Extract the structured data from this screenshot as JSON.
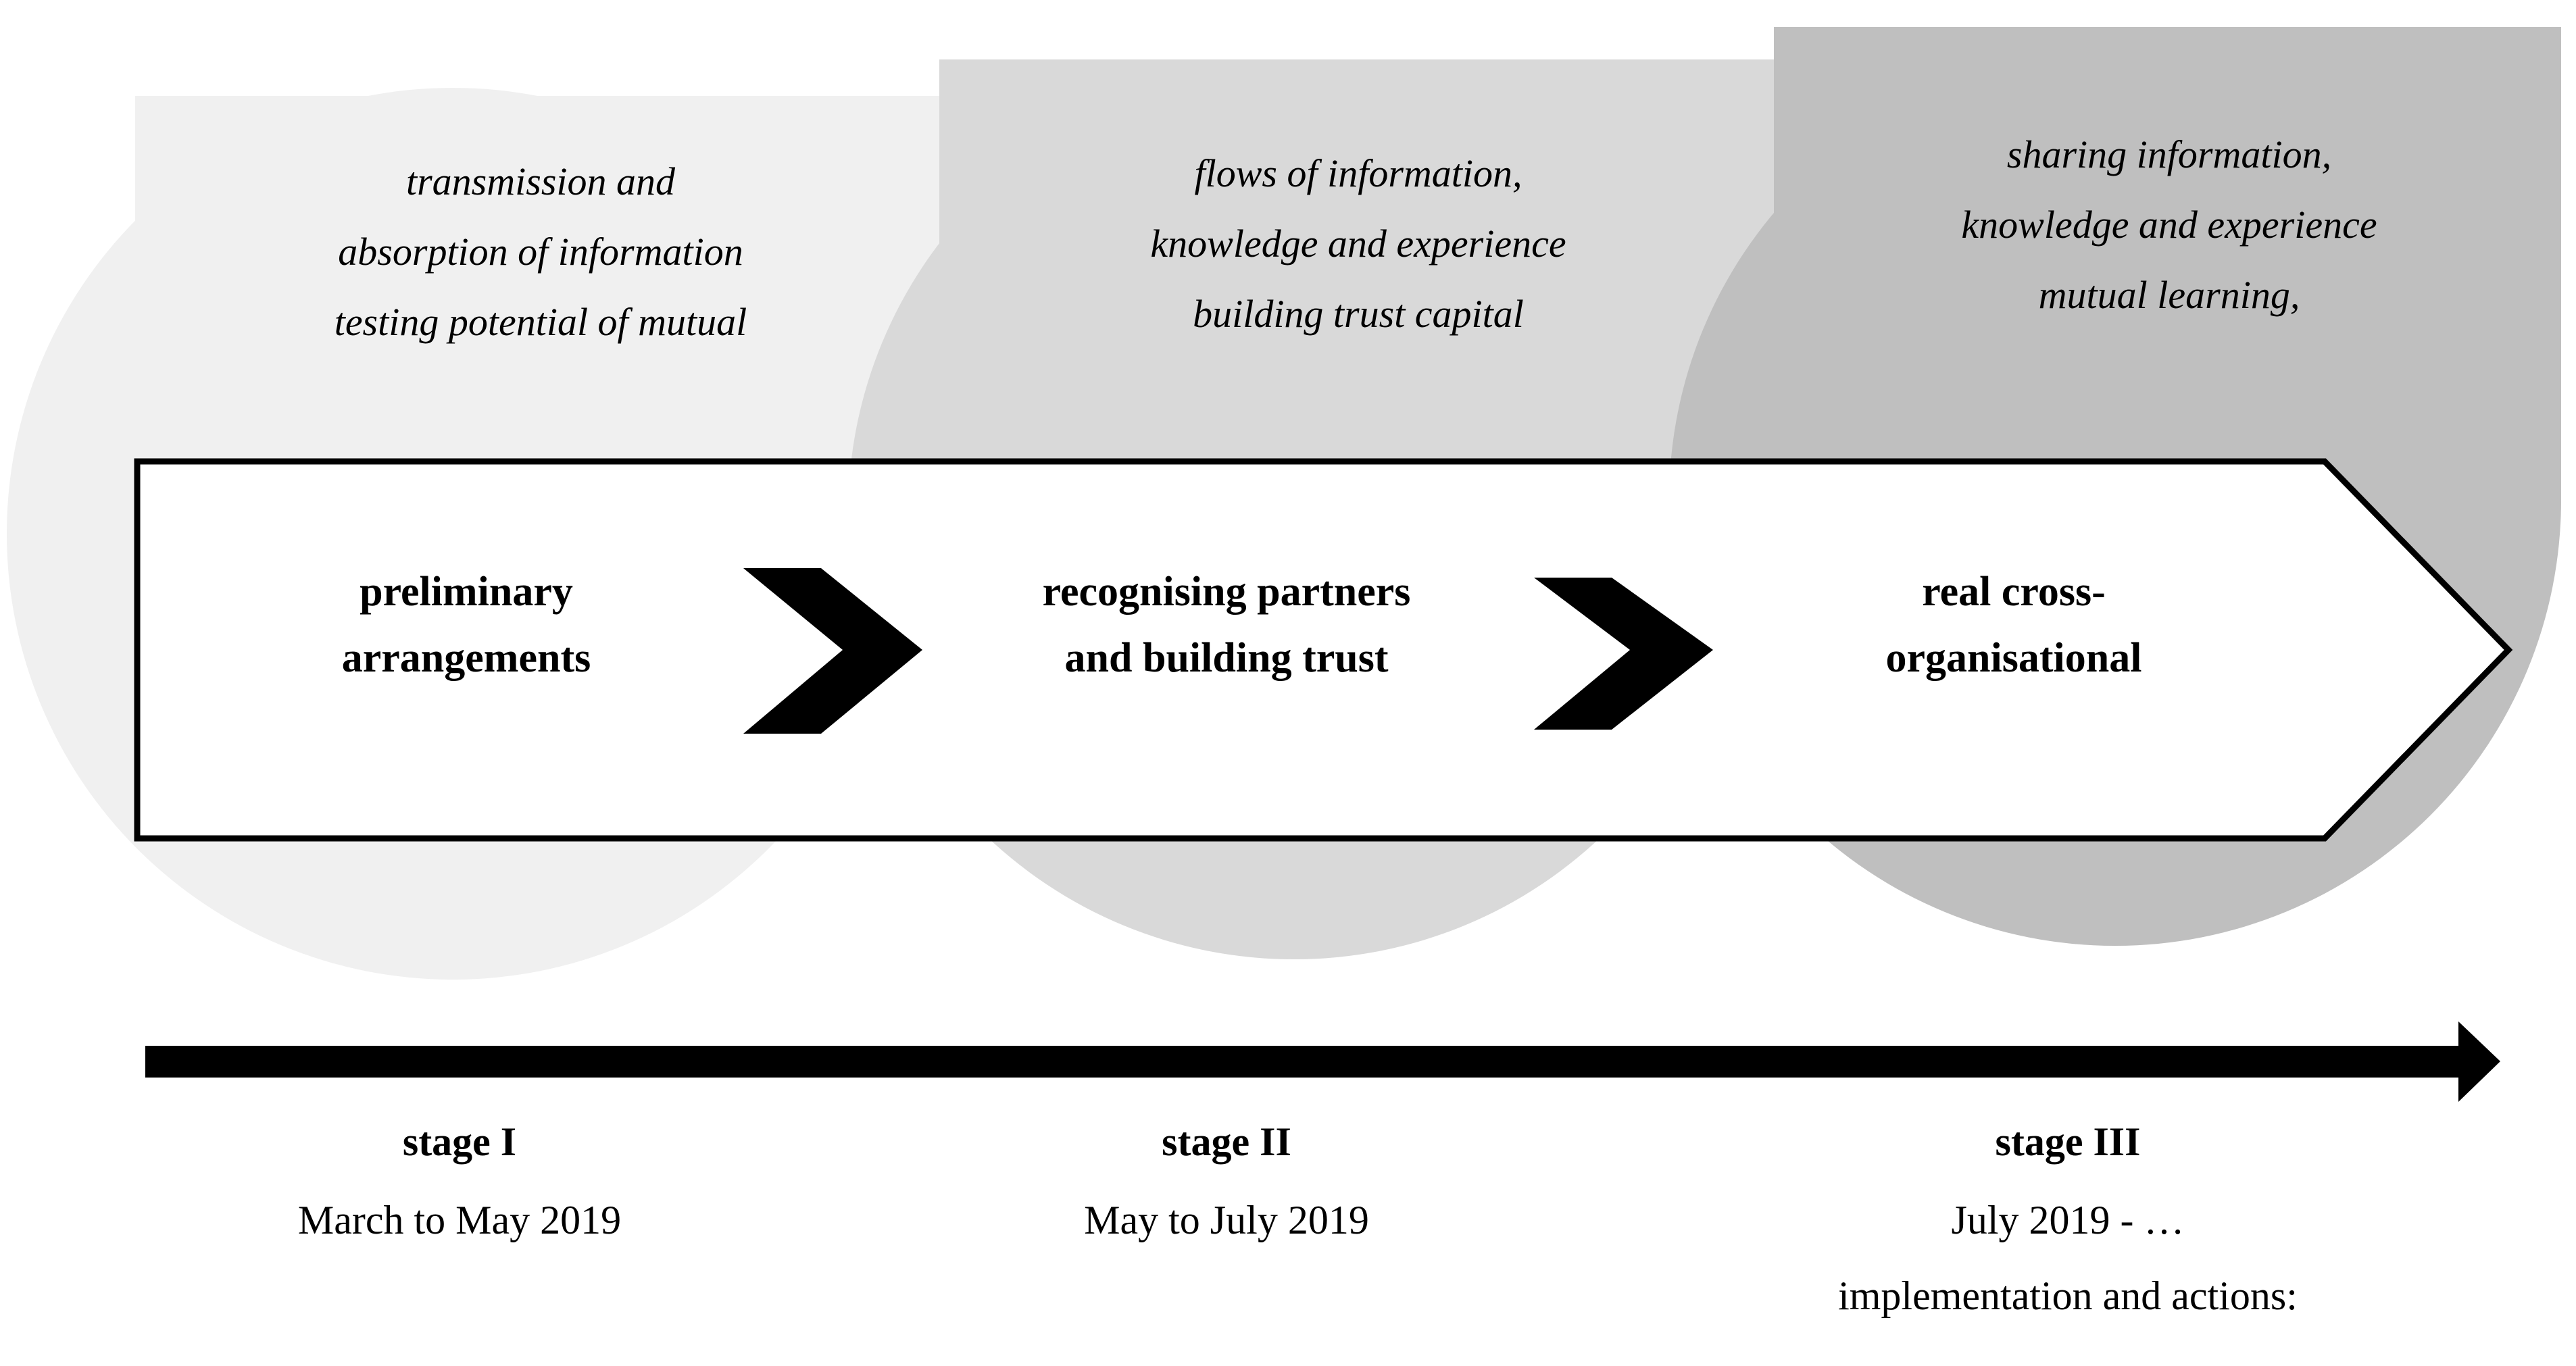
{
  "diagram": {
    "title": "three-stage cooperation development timeline",
    "colors": {
      "stage1_fill": "#f0f0f0",
      "stage2_fill": "#d9d9d9",
      "stage3_fill": "#bfbfbf",
      "band_fill": "#ffffff",
      "stroke": "#000000",
      "text": "#000000"
    },
    "stages": [
      {
        "id": "stage-1",
        "descriptor_lines": [
          "transmission and",
          "absorption of information",
          "testing potential of mutual"
        ],
        "band_lines": [
          "preliminary",
          "arrangements"
        ],
        "footer_title": "stage I",
        "footer_lines": [
          "March to May 2019"
        ]
      },
      {
        "id": "stage-2",
        "descriptor_lines": [
          "flows of information,",
          "knowledge and experience",
          "building trust capital"
        ],
        "band_lines": [
          "recognising partners",
          "and building trust"
        ],
        "footer_title": "stage II",
        "footer_lines": [
          "May to July 2019"
        ]
      },
      {
        "id": "stage-3",
        "descriptor_lines": [
          "sharing information,",
          "knowledge and experience",
          "mutual learning,"
        ],
        "band_lines": [
          "real cross-",
          "organisational"
        ],
        "footer_title": "stage III",
        "footer_lines": [
          "July 2019 - …",
          "implementation and actions:"
        ]
      }
    ]
  }
}
